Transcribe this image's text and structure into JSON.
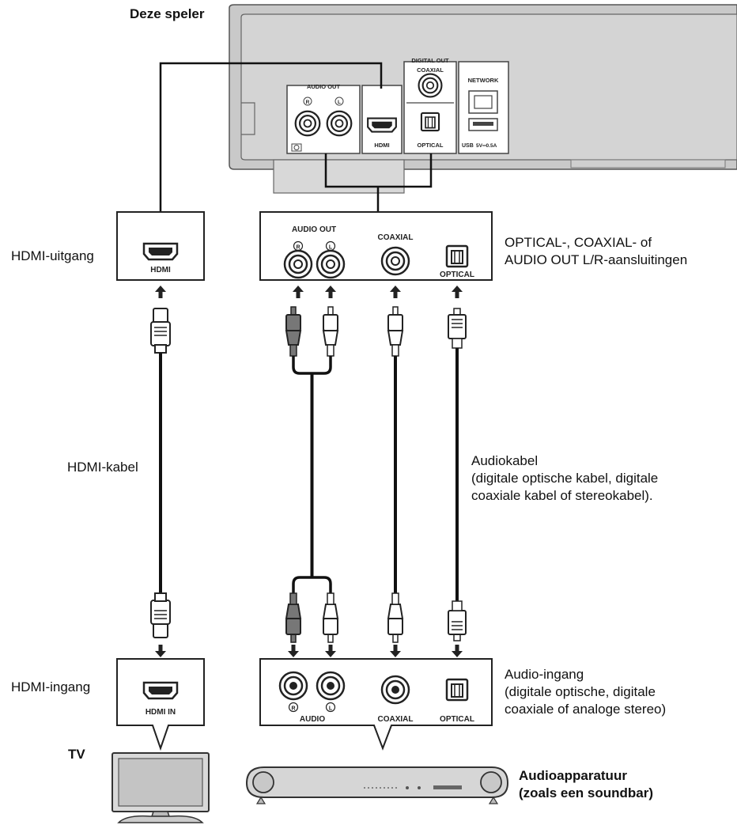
{
  "labels": {
    "player_title": "Deze speler",
    "hdmi_output": "HDMI-uitgang",
    "player_outputs": "OPTICAL-, COAXIAL- of\nAUDIO OUT L/R-aansluitingen",
    "hdmi_cable": "HDMI-kabel",
    "audio_cable": "Audiokabel\n(digitale optische kabel, digitale\ncoaxiale kabel of stereokabel).",
    "hdmi_input": "HDMI-ingang",
    "audio_input": "Audio-ingang\n(digitale optische, digitale\ncoaxiale of analoge stereo)",
    "tv": "TV",
    "audio_equipment": "Audioapparatuur\n(zoals een soundbar)"
  },
  "panel": {
    "digital_out": "DIGITAL OUT",
    "coaxial": "COAXIAL",
    "network": "NETWORK",
    "audio_out": "AUDIO OUT",
    "r": "R",
    "l": "L",
    "hdmi": "HDMI",
    "optical": "OPTICAL",
    "usb": "USB",
    "usb_rating": "5V═0.5A"
  },
  "boxes": {
    "player_hdmi": "HDMI",
    "player_audio_out": "AUDIO OUT",
    "player_coaxial": "COAXIAL",
    "player_optical": "OPTICAL",
    "tv_hdmi_in": "HDMI IN",
    "recv_audio": "AUDIO",
    "recv_coaxial": "COAXIAL",
    "recv_optical": "OPTICAL",
    "r": "R",
    "l": "L"
  }
}
